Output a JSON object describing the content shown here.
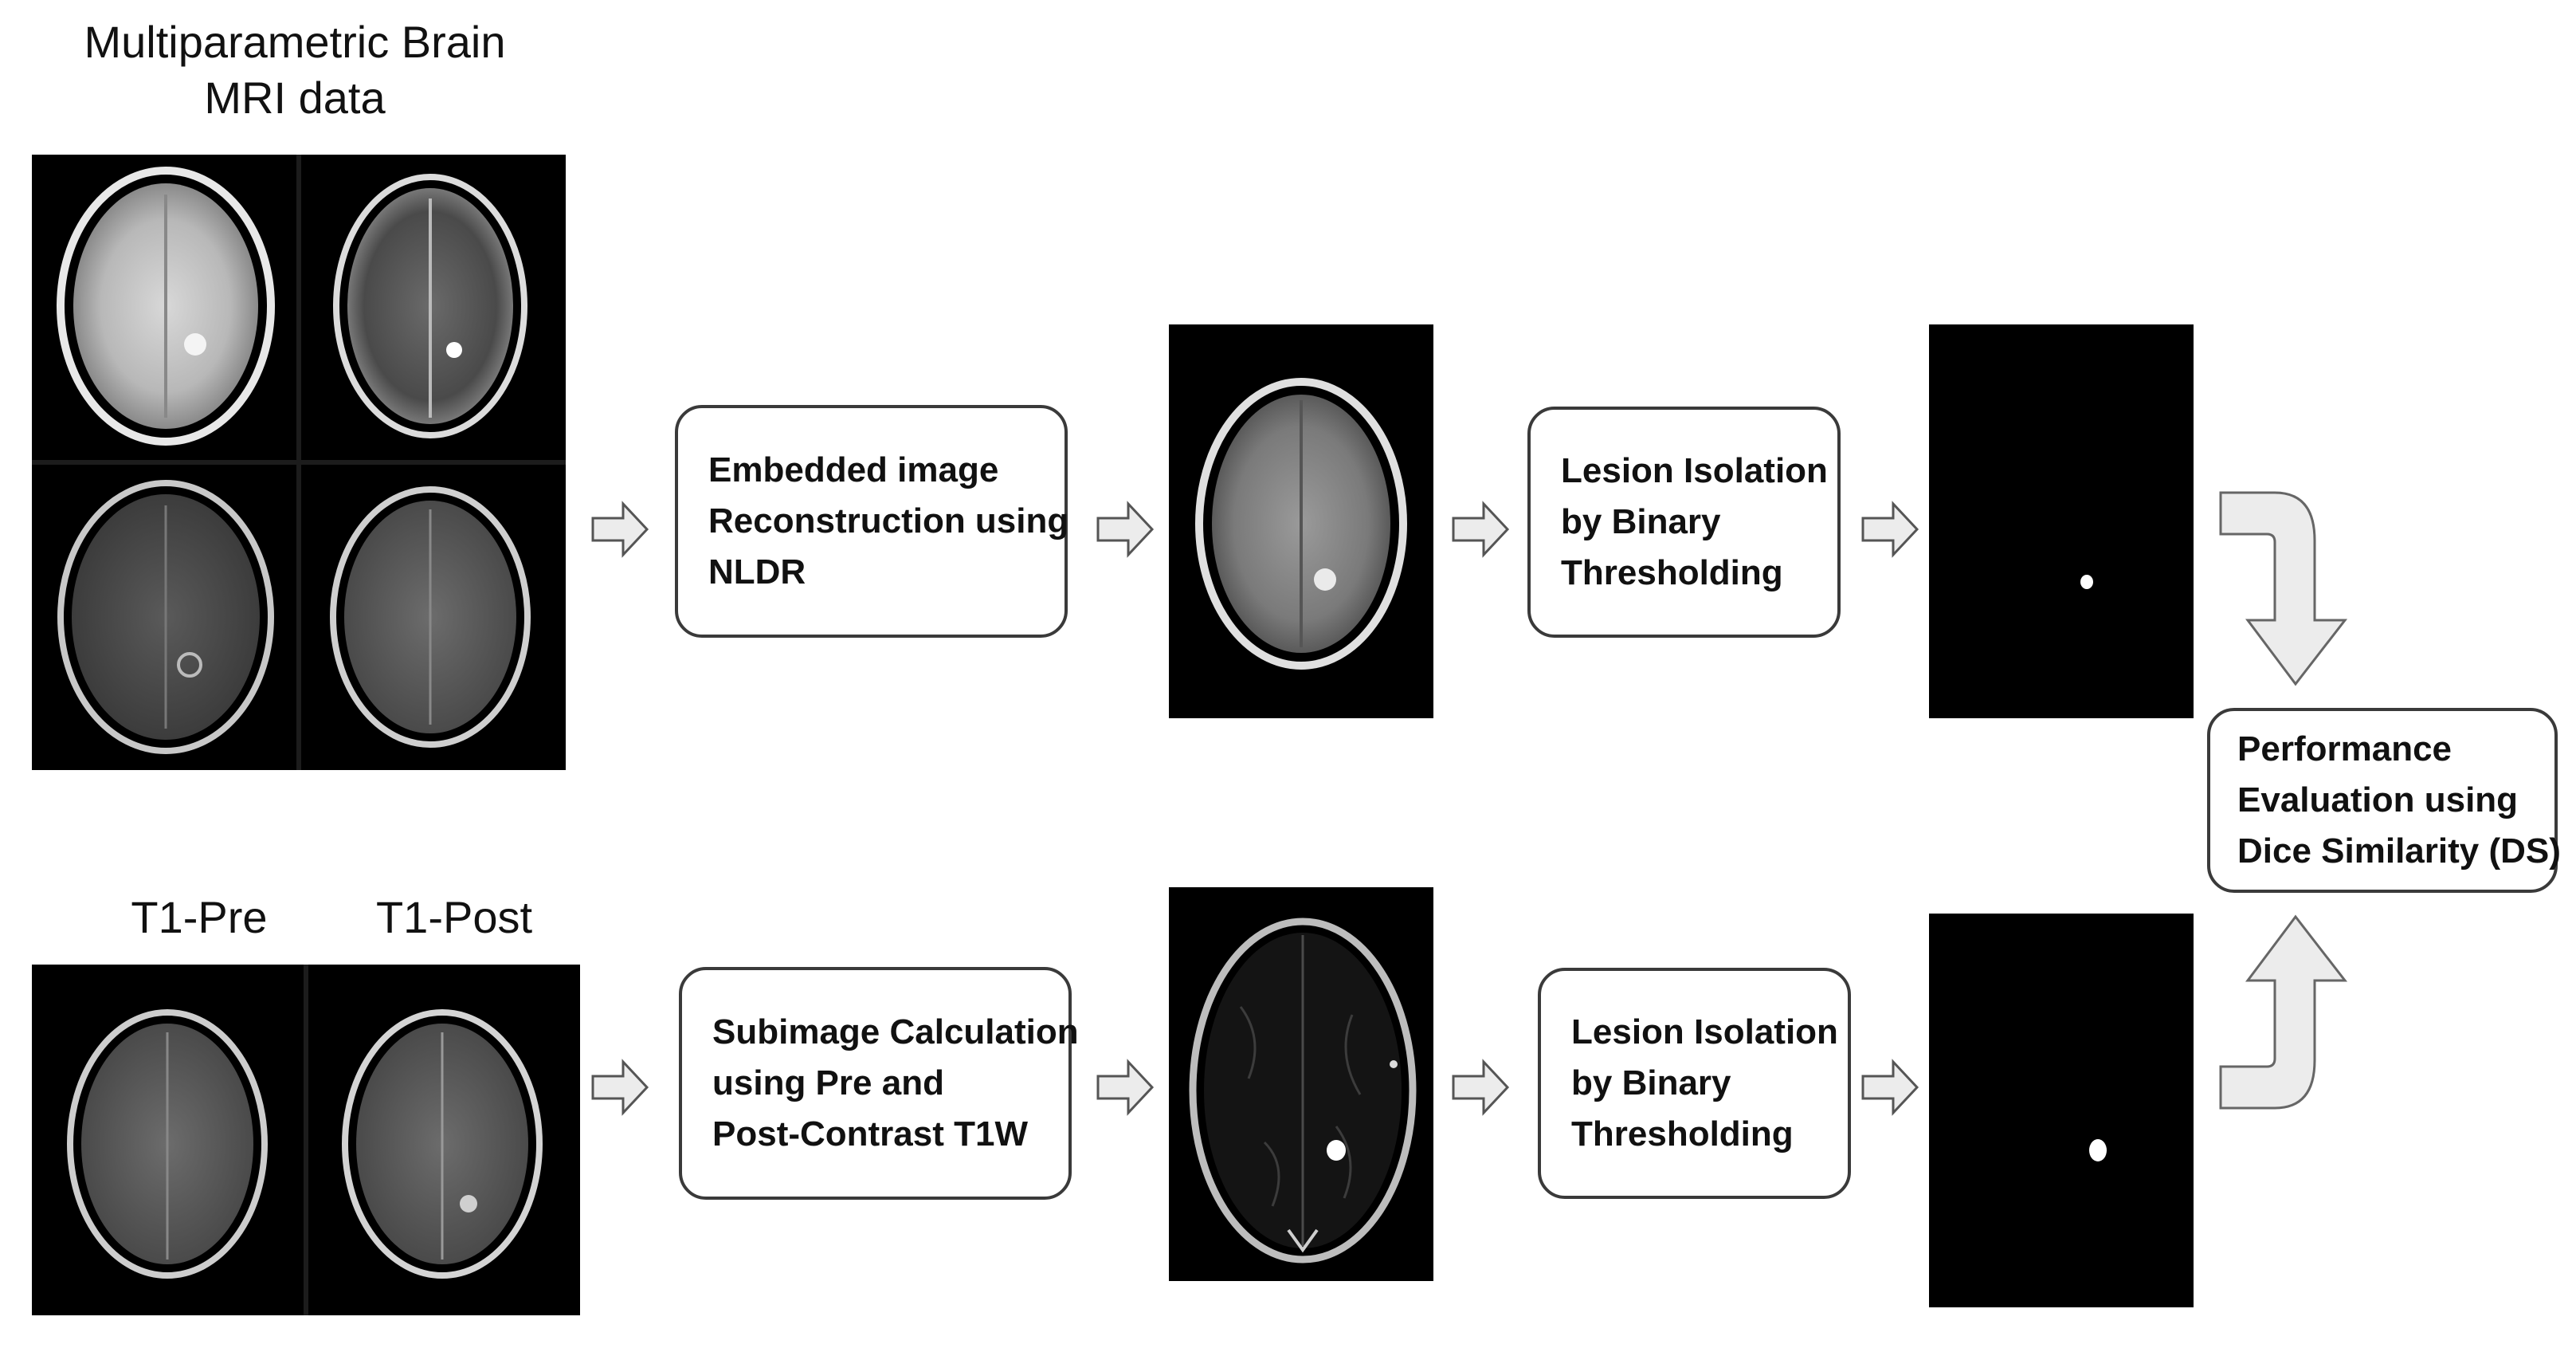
{
  "header": {
    "line1": "Multiparametric Brain",
    "line2": "MRI data"
  },
  "labels": {
    "t1_pre": "T1-Pre",
    "t1_post": "T1-Post"
  },
  "boxes": {
    "top_step1": [
      "Embedded image",
      "Reconstruction using",
      "NLDR"
    ],
    "top_step2": [
      "Lesion Isolation",
      "by Binary",
      "Thresholding"
    ],
    "bottom_step1": [
      "Subimage Calculation",
      "using Pre and",
      "Post-Contrast T1W"
    ],
    "bottom_step2": [
      "Lesion Isolation",
      "by Binary",
      "Thresholding"
    ],
    "final": [
      "Performance",
      "Evaluation using",
      "Dice Similarity (DS)"
    ]
  },
  "colors": {
    "box_border": "#3a3a3a",
    "arrow_fill": "#ececec",
    "image_background": "#000000"
  },
  "icons": {
    "flow_arrow": "right-arrow-icon",
    "merge_arrow_top": "curved-arrow-down-icon",
    "merge_arrow_bottom": "curved-arrow-up-icon"
  }
}
